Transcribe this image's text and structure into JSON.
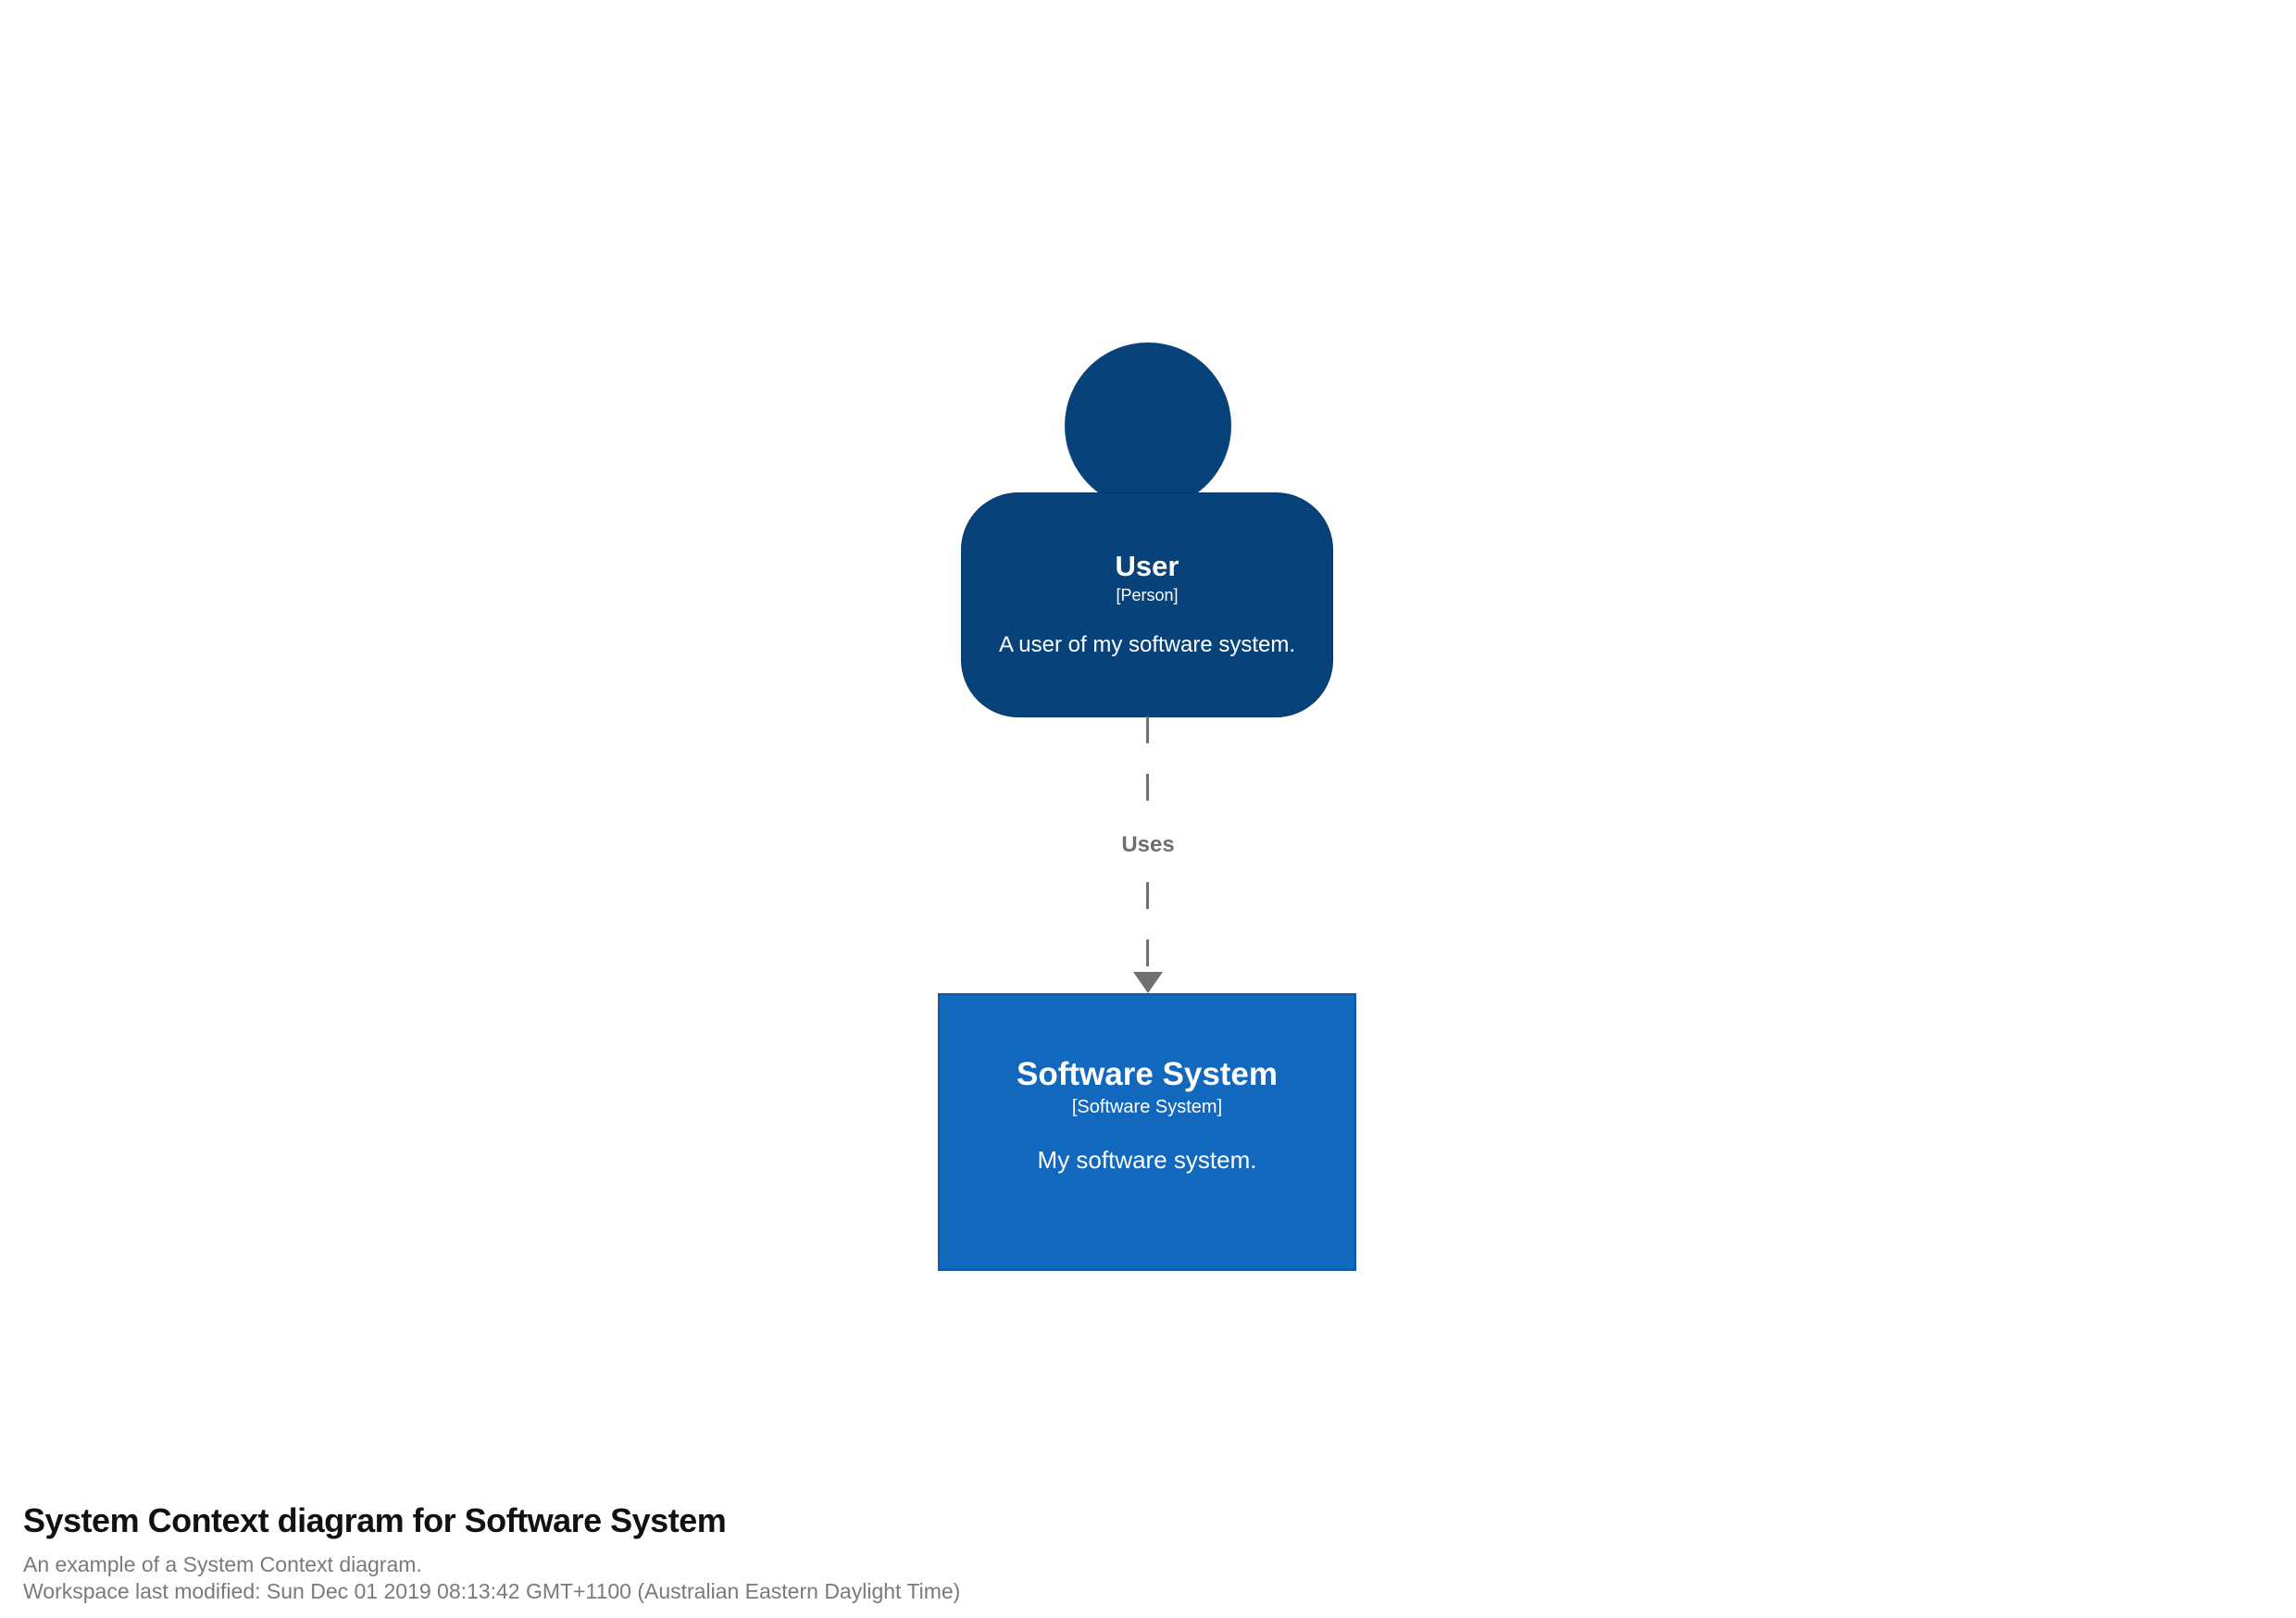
{
  "diagram": {
    "elements": {
      "person": {
        "name": "User",
        "meta": "[Person]",
        "description": "A user of my software system."
      },
      "software_system": {
        "name": "Software System",
        "meta": "[Software System]",
        "description": "My software system."
      }
    },
    "relationship": {
      "label": "Uses"
    }
  },
  "footer": {
    "title": "System Context diagram for Software System",
    "subtitle": "An example of a System Context diagram.",
    "metadata": "Workspace last modified: Sun Dec 01 2019 08:13:42 GMT+1100 (Australian Eastern Daylight Time)"
  },
  "colors": {
    "person_fill": "#08427b",
    "software_system_fill": "#1168bd",
    "software_system_border": "#0d5aa6",
    "relationship_gray": "#707070",
    "footer_text_gray": "#7a7a7a",
    "element_text": "#ffffff"
  }
}
